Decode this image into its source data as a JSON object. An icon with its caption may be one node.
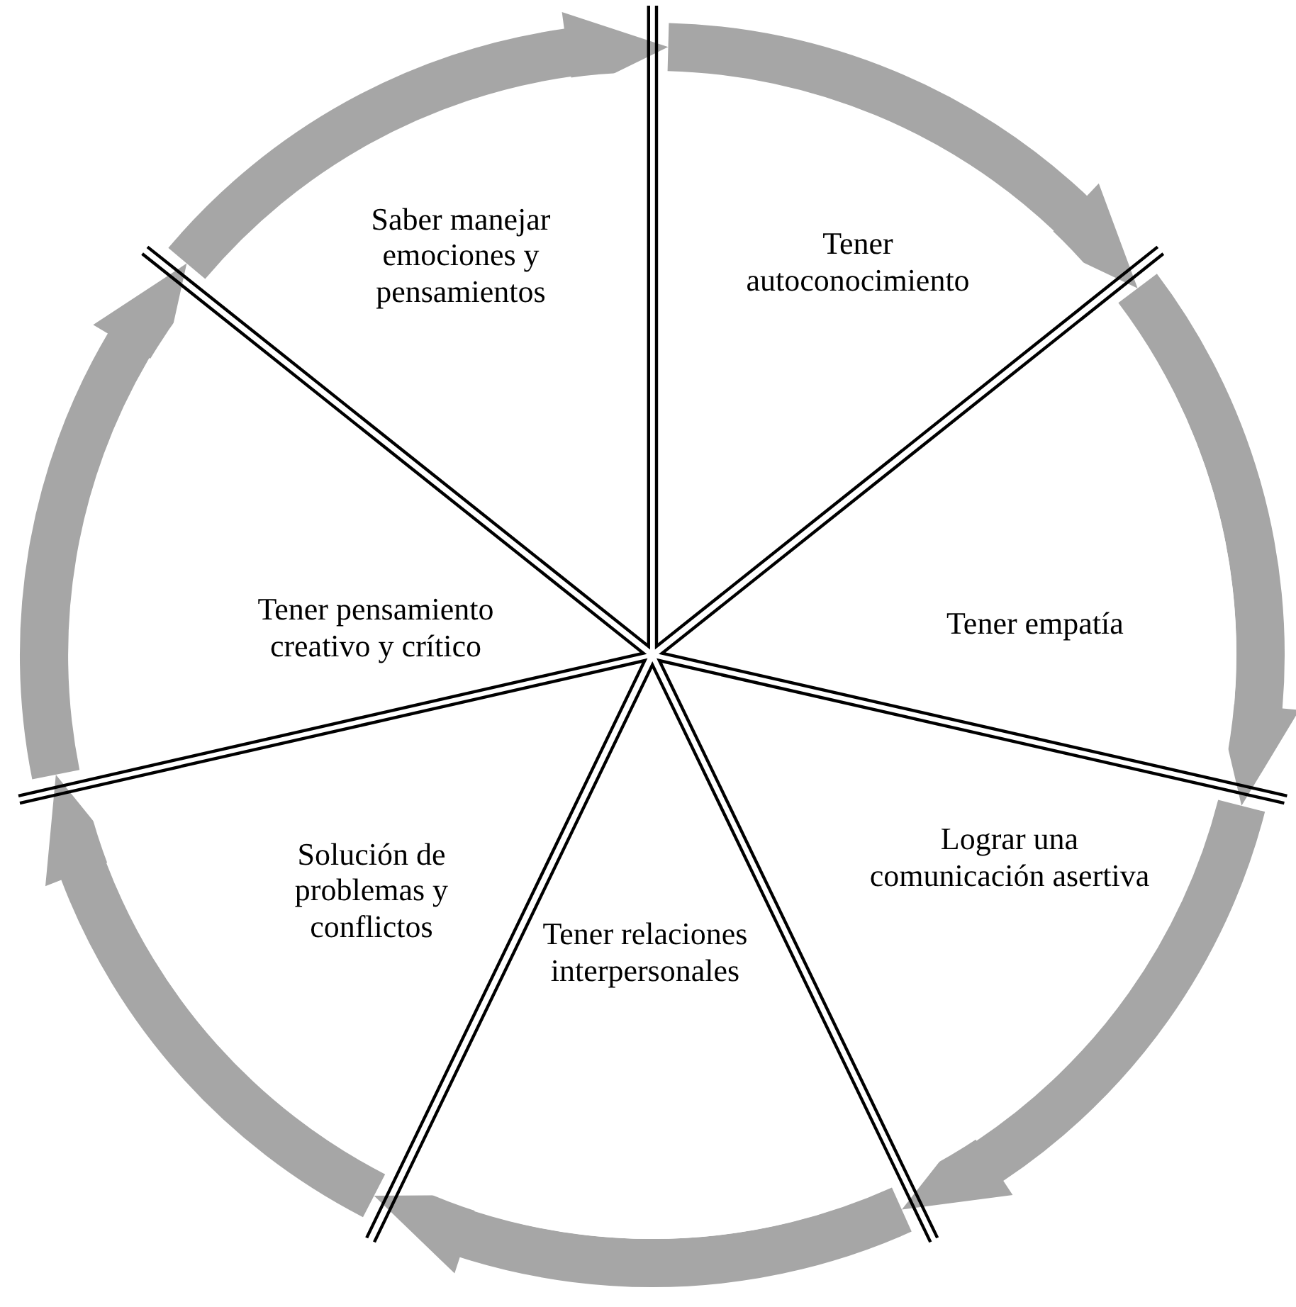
{
  "diagram": {
    "nodes": [
      {
        "text": [
          "Tener autoconocimiento"
        ]
      },
      {
        "text": [
          "Tener empatía"
        ]
      },
      {
        "text": [
          "Lograr una comunicación asertiva"
        ]
      },
      {
        "text": [
          "Tener relaciones interpersonales"
        ]
      },
      {
        "text": [
          "Solución de problemas y conflictos"
        ]
      },
      {
        "text": [
          "Tener pensamiento creativo y crítico"
        ]
      },
      {
        "text": [
          "Saber manejar emociones y pensamientos"
        ]
      }
    ],
    "edges": [
      {
        "from": 0,
        "to": 1,
        "arrow": "to"
      },
      {
        "from": 1,
        "to": 2,
        "arrow": "to"
      },
      {
        "from": 2,
        "to": 3,
        "arrow": "to"
      },
      {
        "from": 3,
        "to": 4,
        "arrow": "to"
      },
      {
        "from": 4,
        "to": 5,
        "arrow": "to"
      },
      {
        "from": 5,
        "to": 6,
        "arrow": "to"
      },
      {
        "from": 6,
        "to": 0,
        "arrow": "to"
      }
    ]
  }
}
